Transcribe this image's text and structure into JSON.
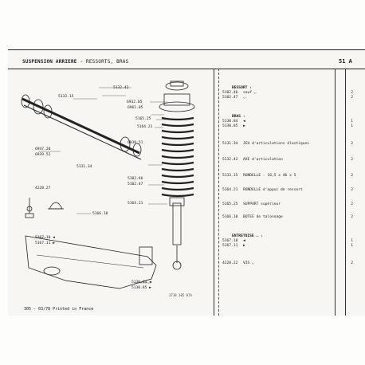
{
  "header": {
    "title": "SUSPENSION ARRIERE",
    "subtitle": "- RESSORTS, BRAS",
    "section_code": "51 A"
  },
  "footer": {
    "printed": "305 - 03/78 Printed in France"
  },
  "drawing_ref": "3718 305 07A",
  "diagram_labels": {
    "l5132_42": "5132.42",
    "l5133_15": "5133.15",
    "l6932_05": "6932.05",
    "l6961_05": "6961.05",
    "l5165_25": "5165.25",
    "l5164_21a": "5164.21",
    "l6939_51": "6939.51",
    "l5102_46": "5102.46",
    "l5102_47": "5102.47",
    "l5164_21b": "5164.21",
    "l6947_20": "6947.20",
    "l6939_52": "6939.52",
    "l5131_34": "5131.34",
    "l4228_27": "4228.27",
    "l5166_10": "5166.10",
    "l5167_10": "5167.10 ◀",
    "l5167_11": "5167.11 ▶",
    "l5130_84": "5130.84 ◀",
    "l5130_85": "5130.85 ▶"
  },
  "parts": [
    {
      "type": "group",
      "text": "RESSORT :"
    },
    {
      "ref": "5102.46",
      "desc": "sauf ◡",
      "qty": "2"
    },
    {
      "ref": "5102.47",
      "desc": "◡",
      "qty": "2"
    },
    {
      "type": "group",
      "text": "BRAS :"
    },
    {
      "ref": "5130.84",
      "desc": "◀",
      "qty": "1"
    },
    {
      "ref": "5130.85",
      "desc": "▶",
      "qty": "1"
    },
    {
      "ref": "5131.34",
      "desc": "JEU d'articulations élastiques",
      "qty": "2"
    },
    {
      "ref": "5132.42",
      "desc": "AXE d'articulation",
      "qty": "2"
    },
    {
      "ref": "5133.15",
      "desc": "RONDELLE - 16,5 x 46 x 5",
      "qty": "2"
    },
    {
      "ref": "5164.21",
      "desc": "RONDELLE d'appui de ressort",
      "qty": "2"
    },
    {
      "ref": "5165.25",
      "desc": "SUPPORT supérieur",
      "qty": "2"
    },
    {
      "ref": "5166.10",
      "desc": "BUTEE de talonnage",
      "qty": "2"
    },
    {
      "type": "group",
      "text": "ENTRETOISE ◡ :"
    },
    {
      "ref": "5167.10",
      "desc": "◀",
      "qty": "1"
    },
    {
      "ref": "5167.11",
      "desc": "▶",
      "qty": "1"
    },
    {
      "ref": "4228.22",
      "desc": "VIS ◡",
      "qty": "2"
    }
  ]
}
